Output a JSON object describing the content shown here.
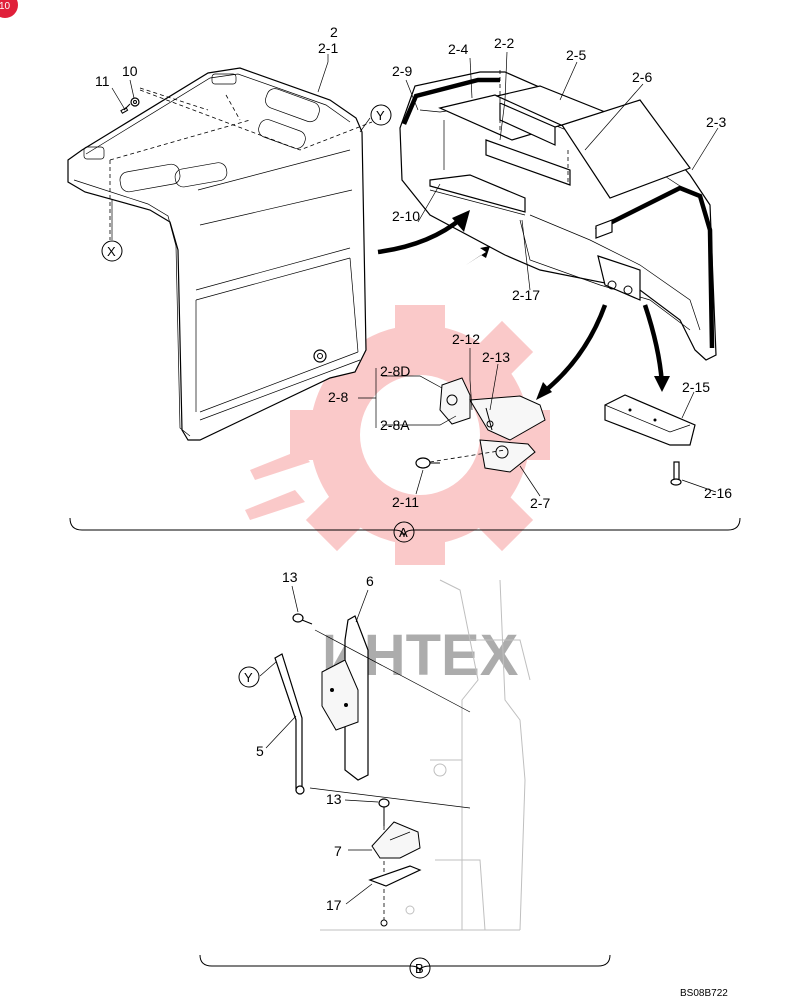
{
  "corner_badge": "10",
  "diagram_code": "BS08B722",
  "watermark_text": "ИНТЕХ",
  "section_a": {
    "marker": "A",
    "labels": {
      "p2": "2",
      "p2_1": "2-1",
      "p11": "11",
      "p10": "10",
      "refY": "Y",
      "refX": "X",
      "p2_9": "2-9",
      "p2_4": "2-4",
      "p2_2": "2-2",
      "p2_5": "2-5",
      "p2_6": "2-6",
      "p2_3": "2-3",
      "p2_10": "2-10",
      "p2_17": "2-17",
      "p2_12": "2-12",
      "p2_13": "2-13",
      "p2_8D": "2-8D",
      "p2_8": "2-8",
      "p2_8A": "2-8A",
      "p2_11": "2-11",
      "p2_7": "2-7",
      "p2_15": "2-15",
      "p2_16": "2-16"
    }
  },
  "section_b": {
    "marker": "B",
    "labels": {
      "p13_top": "13",
      "p6": "6",
      "refY": "Y",
      "p5": "5",
      "p13_bottom": "13",
      "p7": "7",
      "p17": "17"
    }
  }
}
